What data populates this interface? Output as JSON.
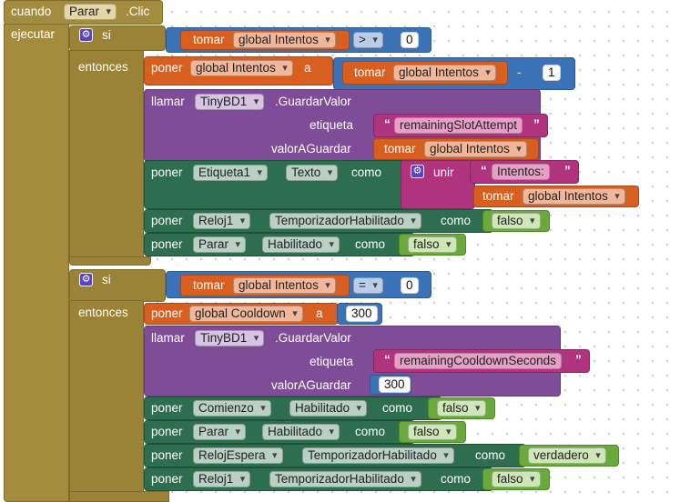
{
  "event": {
    "when": "cuando",
    "component": "Parar",
    "event_name": ".Clic",
    "do": "ejecutar"
  },
  "words": {
    "if": "si",
    "then": "entonces",
    "get": "tomar",
    "set": "poner",
    "to": "a",
    "call": "llamar",
    "as": "como"
  },
  "if1": {
    "cond": {
      "var": "global Intentos",
      "op": ">",
      "num": "0"
    },
    "set_var": {
      "var": "global Intentos",
      "get_var": "global Intentos",
      "op": "-",
      "num": "1"
    },
    "store": {
      "component": "TinyBD1",
      "method": ".GuardarValor",
      "tag_label": "etiqueta",
      "tag": "remainingSlotAttempt",
      "value_label": "valorAGuardar",
      "get_var": "global Intentos"
    },
    "set_text": {
      "component": "Etiqueta1",
      "prop": "Texto",
      "join": "unir",
      "str": "Intentos:",
      "get_var": "global Intentos"
    },
    "set_timer": {
      "component": "Reloj1",
      "prop": "TemporizadorHabilitado",
      "value": "falso"
    },
    "set_enabled": {
      "component": "Parar",
      "prop": "Habilitado",
      "value": "falso"
    }
  },
  "if2": {
    "cond": {
      "var": "global Intentos",
      "op": "=",
      "num": "0"
    },
    "set_var": {
      "var": "global Cooldown",
      "num": "300"
    },
    "store": {
      "component": "TinyBD1",
      "method": ".GuardarValor",
      "tag_label": "etiqueta",
      "tag": "remainingCooldownSeconds",
      "value_label": "valorAGuardar",
      "num": "300"
    },
    "set_a": {
      "component": "Comienzo",
      "prop": "Habilitado",
      "value": "falso"
    },
    "set_b": {
      "component": "Parar",
      "prop": "Habilitado",
      "value": "falso"
    },
    "set_c": {
      "component": "RelojEspera",
      "prop": "TemporizadorHabilitado",
      "value": "verdadero"
    },
    "set_d": {
      "component": "Reloj1",
      "prop": "TemporizadorHabilitado",
      "value": "falso"
    }
  }
}
